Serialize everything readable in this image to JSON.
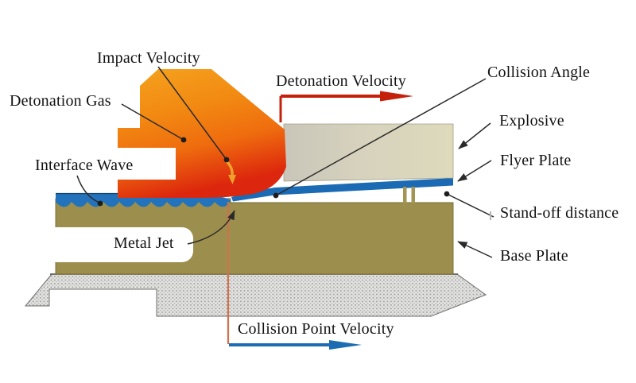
{
  "labels": {
    "impact_velocity": "Impact Velocity",
    "detonation_gas": "Detonation Gas",
    "interface_wave": "Interface Wave",
    "metal_jet": "Metal Jet",
    "detonation_velocity": "Detonation Velocity",
    "collision_angle": "Collision Angle",
    "explosive": "Explosive",
    "flyer_plate": "Flyer Plate",
    "standoff_distance": "Stand-off distance",
    "base_plate": "Base Plate",
    "collision_point_velocity": "Collision Point Velocity"
  },
  "colors": {
    "plume_orange": "#f5a31f",
    "plume_mid_orange": "#ef6c0e",
    "plume_red": "#dc260d",
    "explosive_gray_left": "#c9c6ba",
    "explosive_tan": "#dedabc",
    "flyer_blue": "#1b6ab4",
    "interface_blue": "#2273bc",
    "interface_edge_blue": "#14456f",
    "base_olive": "#9c8f4e",
    "base_edge_olive": "#76692f",
    "anvil_dot_gray": "#a6a6a4",
    "anvil_bg_gray": "#e3e3e1",
    "detonation_red": "#c5200a",
    "velocity_blue": "#1c6cb2",
    "collision_line_orange": "#cf714c",
    "impact_arrow_orange": "#eda12d",
    "metal_jet_streak": "#cfe2f4",
    "leader_black": "#2a2a2a"
  }
}
